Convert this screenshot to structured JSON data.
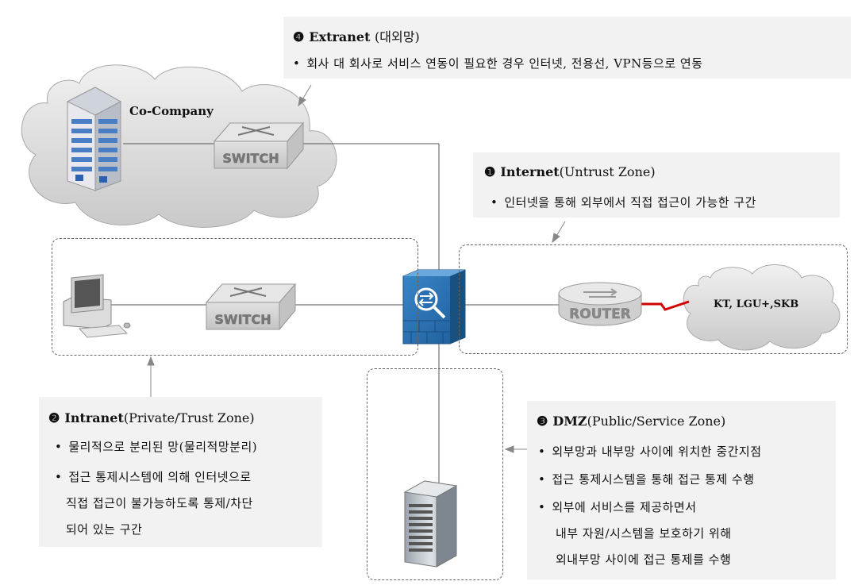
{
  "extranet": {
    "num": "❹",
    "title": "Extranet",
    "paren": "(대외망)",
    "bullets": [
      "회사 대 회사로 서비스 연동이 필요한 경우 인터넷, 전용선, VPN등으로 연동"
    ]
  },
  "internet": {
    "num": "❶",
    "title": "Internet",
    "paren": "(Untrust Zone)",
    "bullets": [
      "인터넷을 통해 외부에서 직접 접근이 가능한 구간"
    ]
  },
  "intranet": {
    "num": "❷",
    "title": "Intranet",
    "paren": "(Private/Trust Zone)",
    "bullets": [
      "물리적으로 분리된 망(물리적망분리)",
      "접근 통제시스템에 의해 인터넷으로"
    ],
    "continuation": [
      "직접 접근이 불가능하도록 통제/차단",
      "되어 있는 구간"
    ]
  },
  "dmz": {
    "num": "❸",
    "title": "DMZ",
    "paren": "(Public/Service Zone)",
    "bullets": [
      "외부망과 내부망 사이에 위치한 중간지점",
      "접근 통제시스템을 통해 접근 통제 수행",
      "외부에 서비스를 제공하면서"
    ],
    "continuation": [
      "내부 자원/시스템을 보호하기 위해",
      "외내부망 사이에  접근 통제를 수행"
    ]
  },
  "labels": {
    "co_company": "Co-Company",
    "isp": "KT, LGU+,SKB",
    "switch_top": "SWITCH",
    "switch_left": "SWITCH",
    "router": "ROUTER"
  },
  "bullet_char": "•"
}
